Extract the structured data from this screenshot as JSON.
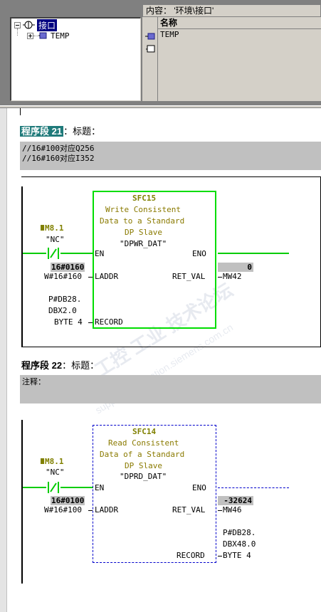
{
  "browser": {
    "tree": {
      "root": "接口",
      "child": "TEMP"
    },
    "content_path": "内容： '环境\\接口'",
    "list": {
      "column": "名称",
      "rows": [
        "TEMP"
      ]
    }
  },
  "networks": [
    {
      "label": "程序段",
      "number": "21",
      "title": "：标题：",
      "comment": "//16#100对应Q256\n//16#160对应I352",
      "contact": {
        "address": "M8.1",
        "symbol": "\"NC\""
      },
      "block": {
        "name": "SFC15",
        "description": [
          "Write Consistent",
          "Data to a Standard",
          "DP Slave"
        ],
        "symbol": "\"DPWR_DAT\"",
        "pin_en": "EN",
        "pin_eno": "ENO",
        "pin_laddr": "LADDR",
        "pin_retval": "RET_VAL",
        "pin_record": "RECORD"
      },
      "laddr_status": "16#0160",
      "laddr_value": "W#16#160",
      "retval_status": "0",
      "retval_value": "MW42",
      "record_value": [
        "P#DB28.",
        "DBX2.0",
        "BYTE 4"
      ]
    },
    {
      "label": "程序段",
      "number": "22",
      "title": "：标题：",
      "comment": "注释：",
      "contact": {
        "address": "M8.1",
        "symbol": "\"NC\""
      },
      "block": {
        "name": "SFC14",
        "description": [
          "Read Consistent",
          "Data of a Standard",
          "DP Slave"
        ],
        "symbol": "\"DPRD_DAT\"",
        "pin_en": "EN",
        "pin_eno": "ENO",
        "pin_laddr": "LADDR",
        "pin_retval": "RET_VAL",
        "pin_record": "RECORD"
      },
      "laddr_status": "16#0100",
      "laddr_value": "W#16#100",
      "retval_status": "-32624",
      "retval_value": "MW46",
      "record_value": [
        "P#DB28.",
        "DBX48.0",
        "BYTE 4"
      ]
    }
  ],
  "watermark": {
    "main": "工控 工业 技术论坛",
    "sub": "support.automation.siemens.com.cn"
  },
  "colors": {
    "network_highlight": "#1f7a7a",
    "powerflow": "#00cc00",
    "not_powered": "#0000cc",
    "label_olive": "#808000"
  }
}
